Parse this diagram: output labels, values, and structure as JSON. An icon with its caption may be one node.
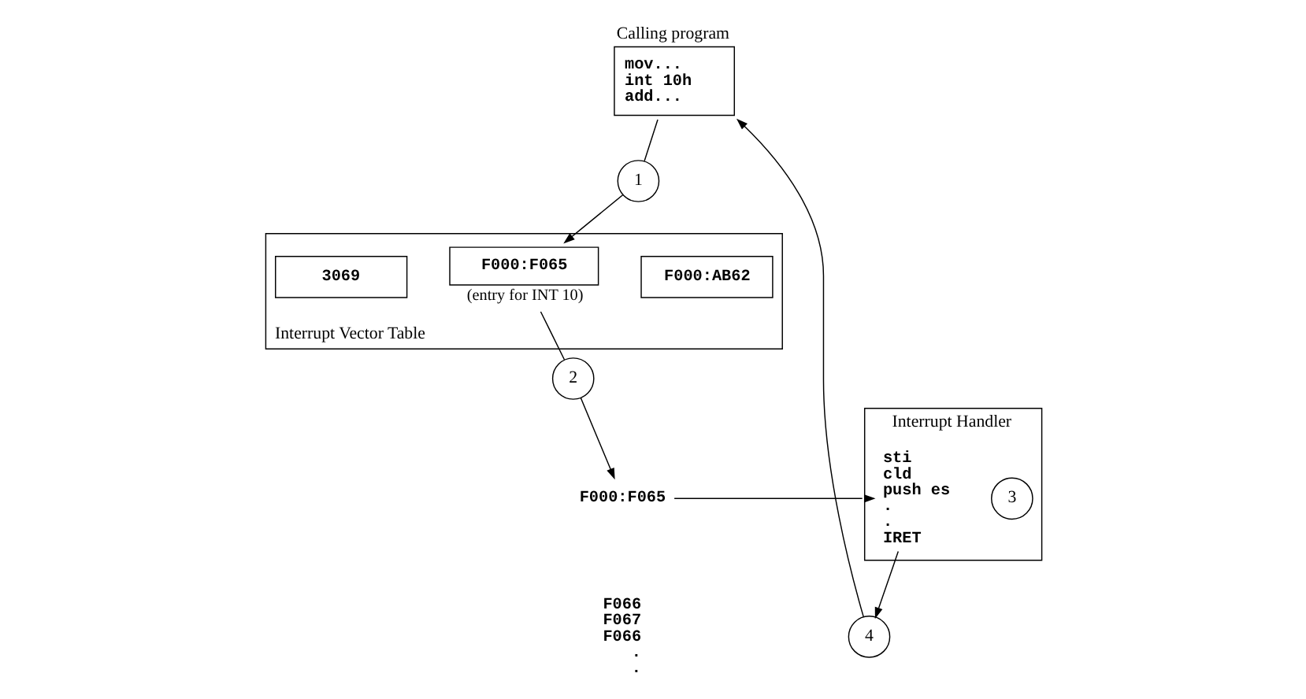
{
  "diagram": {
    "nodes": [
      {
        "text": [
          "Calling program",
          "mov...",
          "int 10h",
          "add..."
        ]
      },
      {
        "text": [
          "1"
        ]
      },
      {
        "text": [
          "Interrupt Vector Table"
        ]
      },
      {
        "text": [
          "3069"
        ],
        "in": 2
      },
      {
        "text": [
          "F000:F065"
        ],
        "in": 2,
        "beside": [
          "(entry for INT 10)"
        ]
      },
      {
        "text": [
          "F000:AB62"
        ],
        "in": 2
      },
      {
        "text": [
          "2"
        ]
      },
      {
        "text": [
          "F000:F065"
        ]
      },
      {
        "text": [
          "Interrupt Handler"
        ]
      },
      {
        "text": [
          "sti",
          "cld",
          "push es",
          ".",
          ".",
          "IRET"
        ],
        "in": 8
      },
      {
        "text": [
          "3"
        ],
        "in": 8
      },
      {
        "text": [
          "4"
        ]
      }
    ],
    "edges": [
      {
        "from": 0,
        "to": 1,
        "arrow": "none"
      },
      {
        "from": 1,
        "to": 4,
        "arrow": "to"
      },
      {
        "from": 4,
        "to": 6,
        "arrow": "none"
      },
      {
        "from": 6,
        "to": 7,
        "arrow": "to"
      },
      {
        "from": 7,
        "to": 9,
        "arrow": "to"
      },
      {
        "from": 9,
        "to": 11,
        "arrow": "to"
      },
      {
        "from": 11,
        "to": 0,
        "arrow": "to"
      }
    ],
    "labels": [
      "F066",
      "F067",
      "F066",
      ".",
      "."
    ]
  }
}
